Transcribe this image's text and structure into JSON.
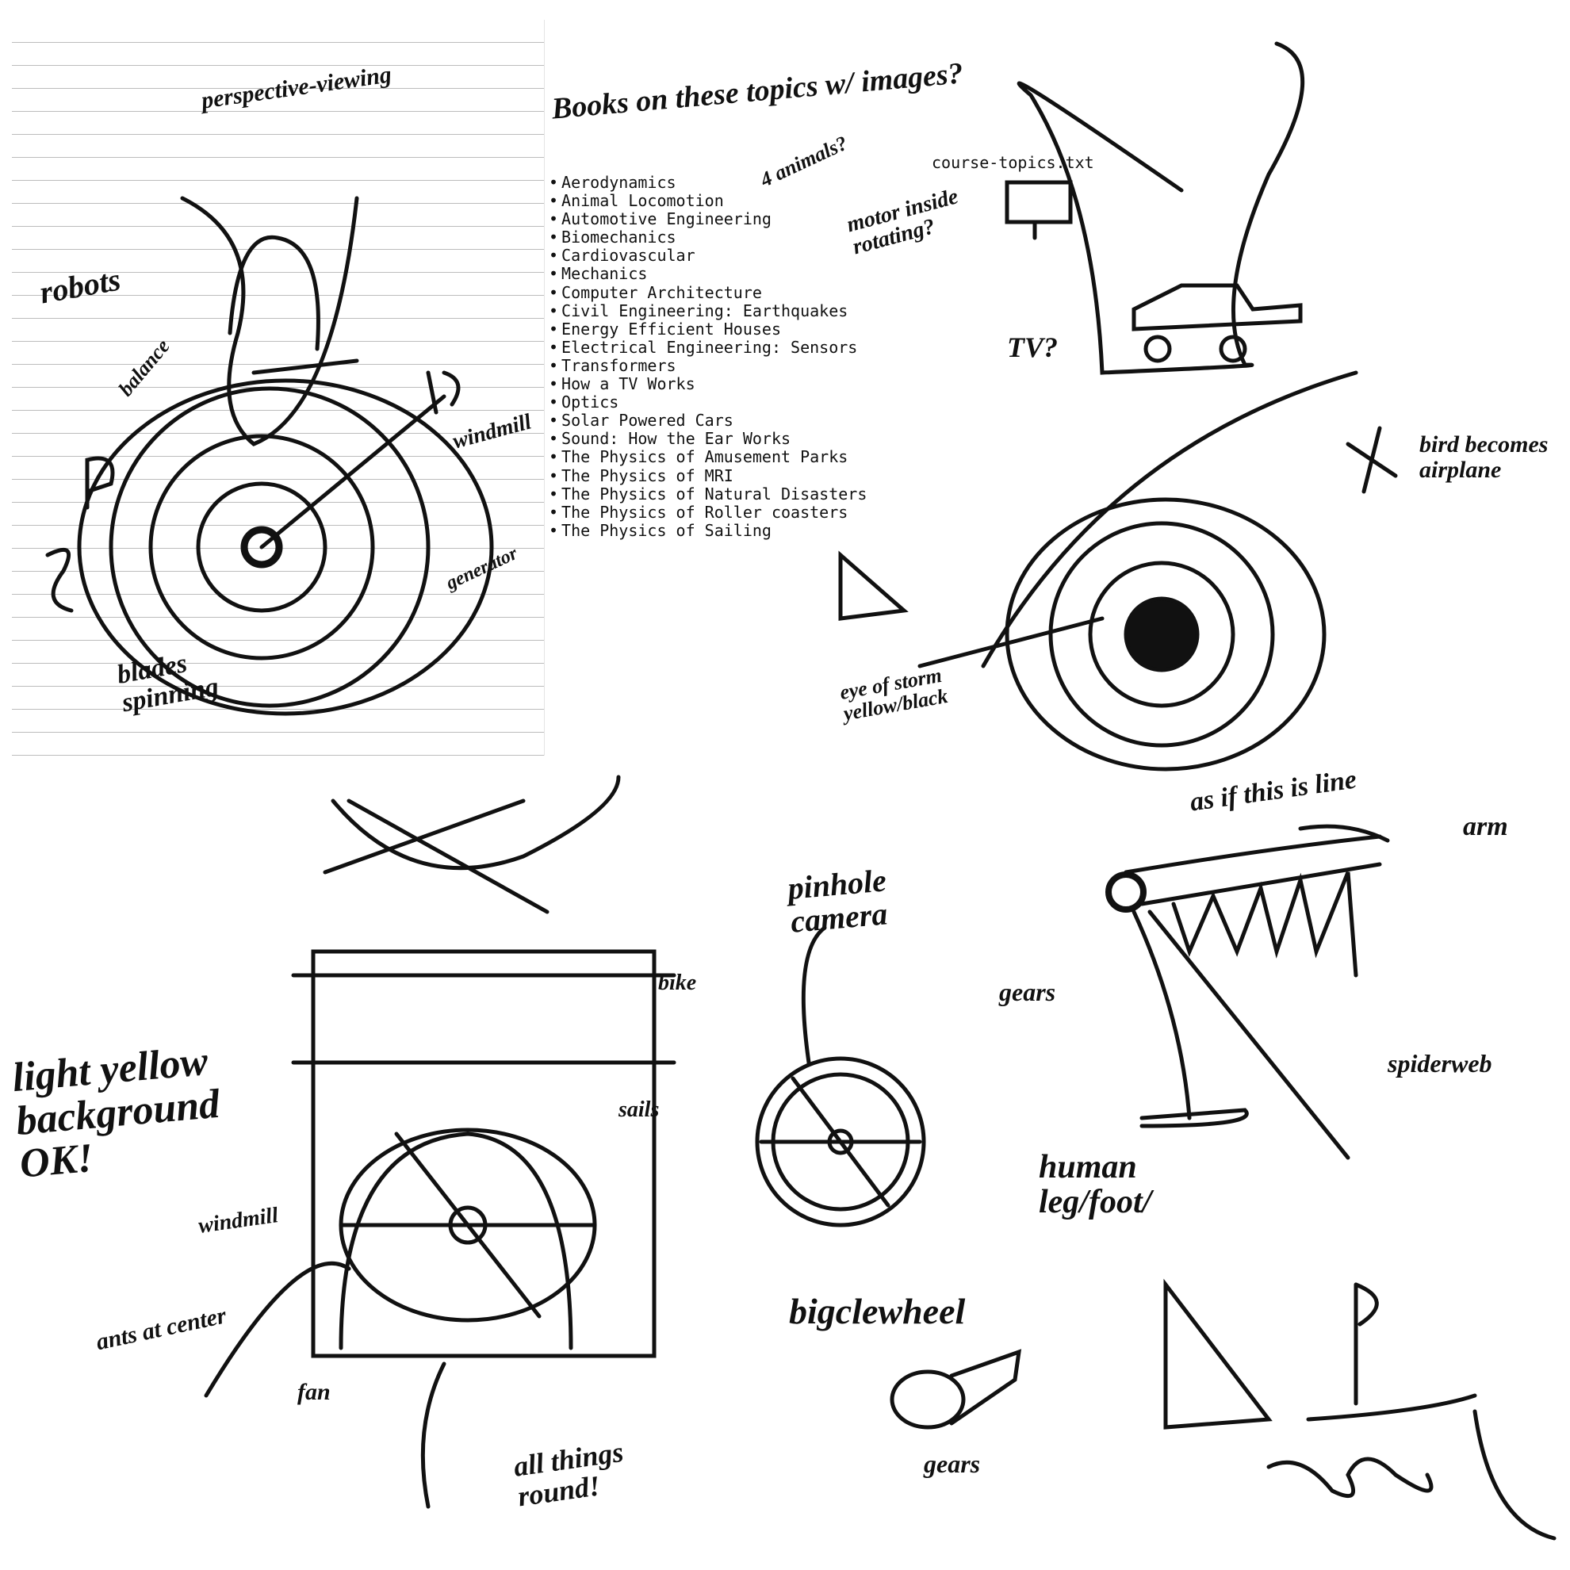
{
  "heading_note": "Books on these topics w/ images?",
  "file_name": "course-topics.txt",
  "topics": [
    "Aerodynamics",
    "Animal Locomotion",
    "Automotive Engineering",
    "Biomechanics",
    "Cardiovascular",
    "Mechanics",
    "Computer Architecture",
    "Civil Engineering: Earthquakes",
    "Energy Efficient Houses",
    "Electrical Engineering: Sensors",
    "Transformers",
    "How a TV Works",
    "Optics",
    "Solar Powered Cars",
    "Sound: How the Ear Works",
    "The Physics of Amusement Parks",
    "The Physics of MRI",
    "The Physics of Natural Disasters",
    "The Physics of Roller coasters",
    "The Physics of Sailing"
  ],
  "notes": {
    "perspective": "perspective-viewing",
    "robots": "robots",
    "balance": "balance",
    "windmill_top": "windmill",
    "generator": "generator",
    "blades": "blades spinning",
    "animals": "4 animals?",
    "motor": "motor inside rotating?",
    "tv": "TV?",
    "bird": "bird becomes airplane",
    "eye": "eye of storm yellow/black",
    "as_if": "as if this is line",
    "arm": "arm",
    "pinhole": "pinhole camera",
    "gears_right": "gears",
    "spiderweb": "spiderweb",
    "human": "human leg/foot/",
    "yellow": "light yellow background OK!",
    "windmill_bottom": "windmill",
    "sails": "sails",
    "bike": "bike",
    "ants": "ants at center",
    "fan": "fan",
    "round": "all things round!",
    "bigwheel": "bigclewheel",
    "gears_bottom": "gears"
  },
  "colors": {
    "ink": "#111111",
    "paper_lines": "#bcbcbc"
  }
}
